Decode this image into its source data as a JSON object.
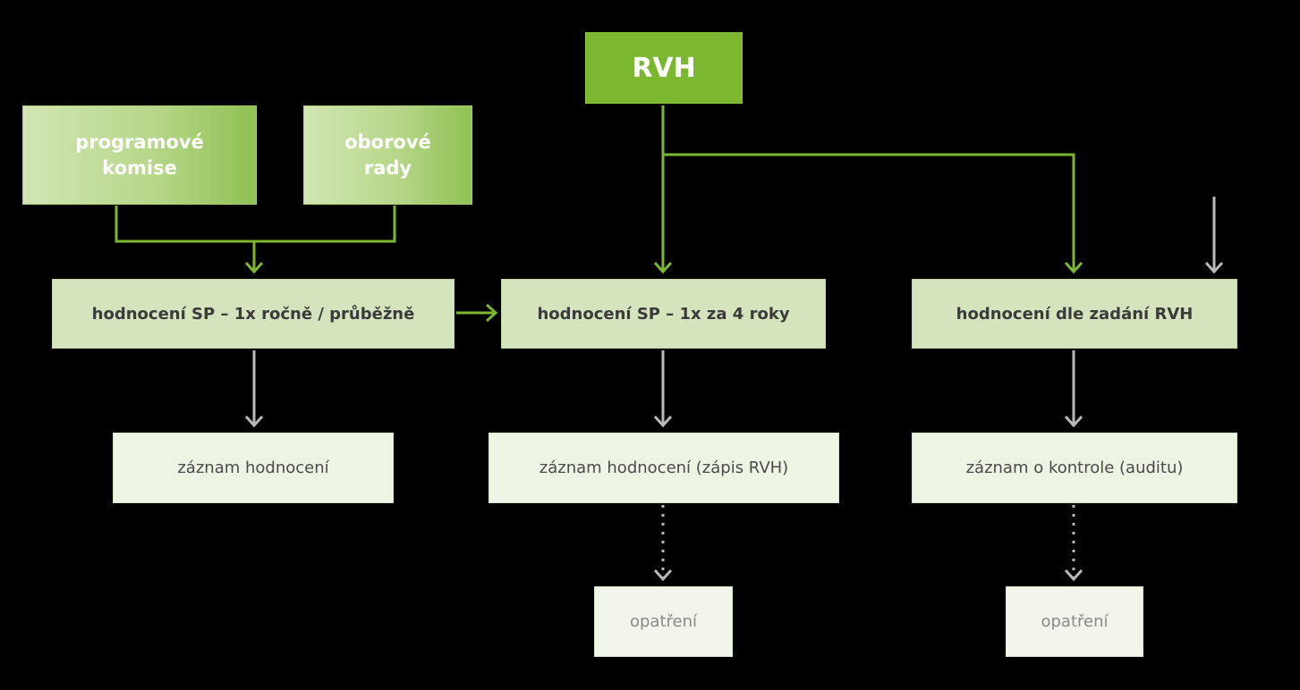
{
  "diagram": {
    "head": {
      "label": "RVH"
    },
    "sources": {
      "programove_komise": {
        "label": "programové komise"
      },
      "oborove_rady": {
        "label": "oborové rady"
      }
    },
    "evaluations": {
      "annual": {
        "label": "hodnocení SP – 1x ročně / průběžně"
      },
      "four_year": {
        "label": "hodnocení SP – 1x za 4 roky"
      },
      "on_request": {
        "label": "hodnocení dle zadání RVH"
      }
    },
    "records": {
      "annual": {
        "label": "záznam hodnocení"
      },
      "four_year": {
        "label": "záznam hodnocení (zápis RVH)"
      },
      "on_request": {
        "label": "záznam o kontrole (auditu)"
      }
    },
    "measures": {
      "four_year": {
        "label": "opatření"
      },
      "on_request": {
        "label": "opatření"
      }
    },
    "colors": {
      "accent_green": "#7cb82f",
      "grey_arrow": "#b9b9b9"
    }
  }
}
